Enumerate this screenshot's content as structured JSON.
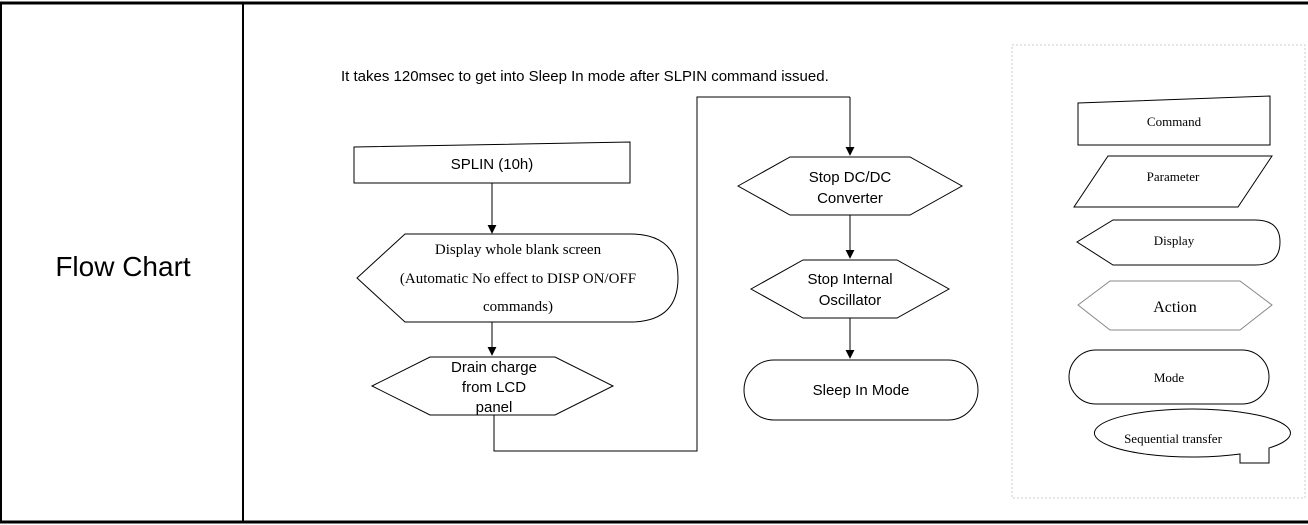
{
  "row_label": "Flow Chart",
  "note": "It takes 120msec to get into Sleep In mode after SLPIN command issued.",
  "flow": {
    "command": "SPLIN (10h)",
    "display_lines": [
      "Display whole blank screen",
      "(Automatic No effect to DISP ON/OFF",
      "commands)"
    ],
    "drain_lines": [
      "Drain charge",
      "from LCD",
      "panel"
    ],
    "stop_dcdc_lines": [
      "Stop DC/DC",
      "Converter"
    ],
    "stop_osc_lines": [
      "Stop Internal",
      "Oscillator"
    ],
    "mode": "Sleep In Mode"
  },
  "legend": {
    "command": "Command",
    "parameter": "Parameter",
    "display": "Display",
    "action": "Action",
    "mode": "Mode",
    "sequential": "Sequential transfer"
  }
}
